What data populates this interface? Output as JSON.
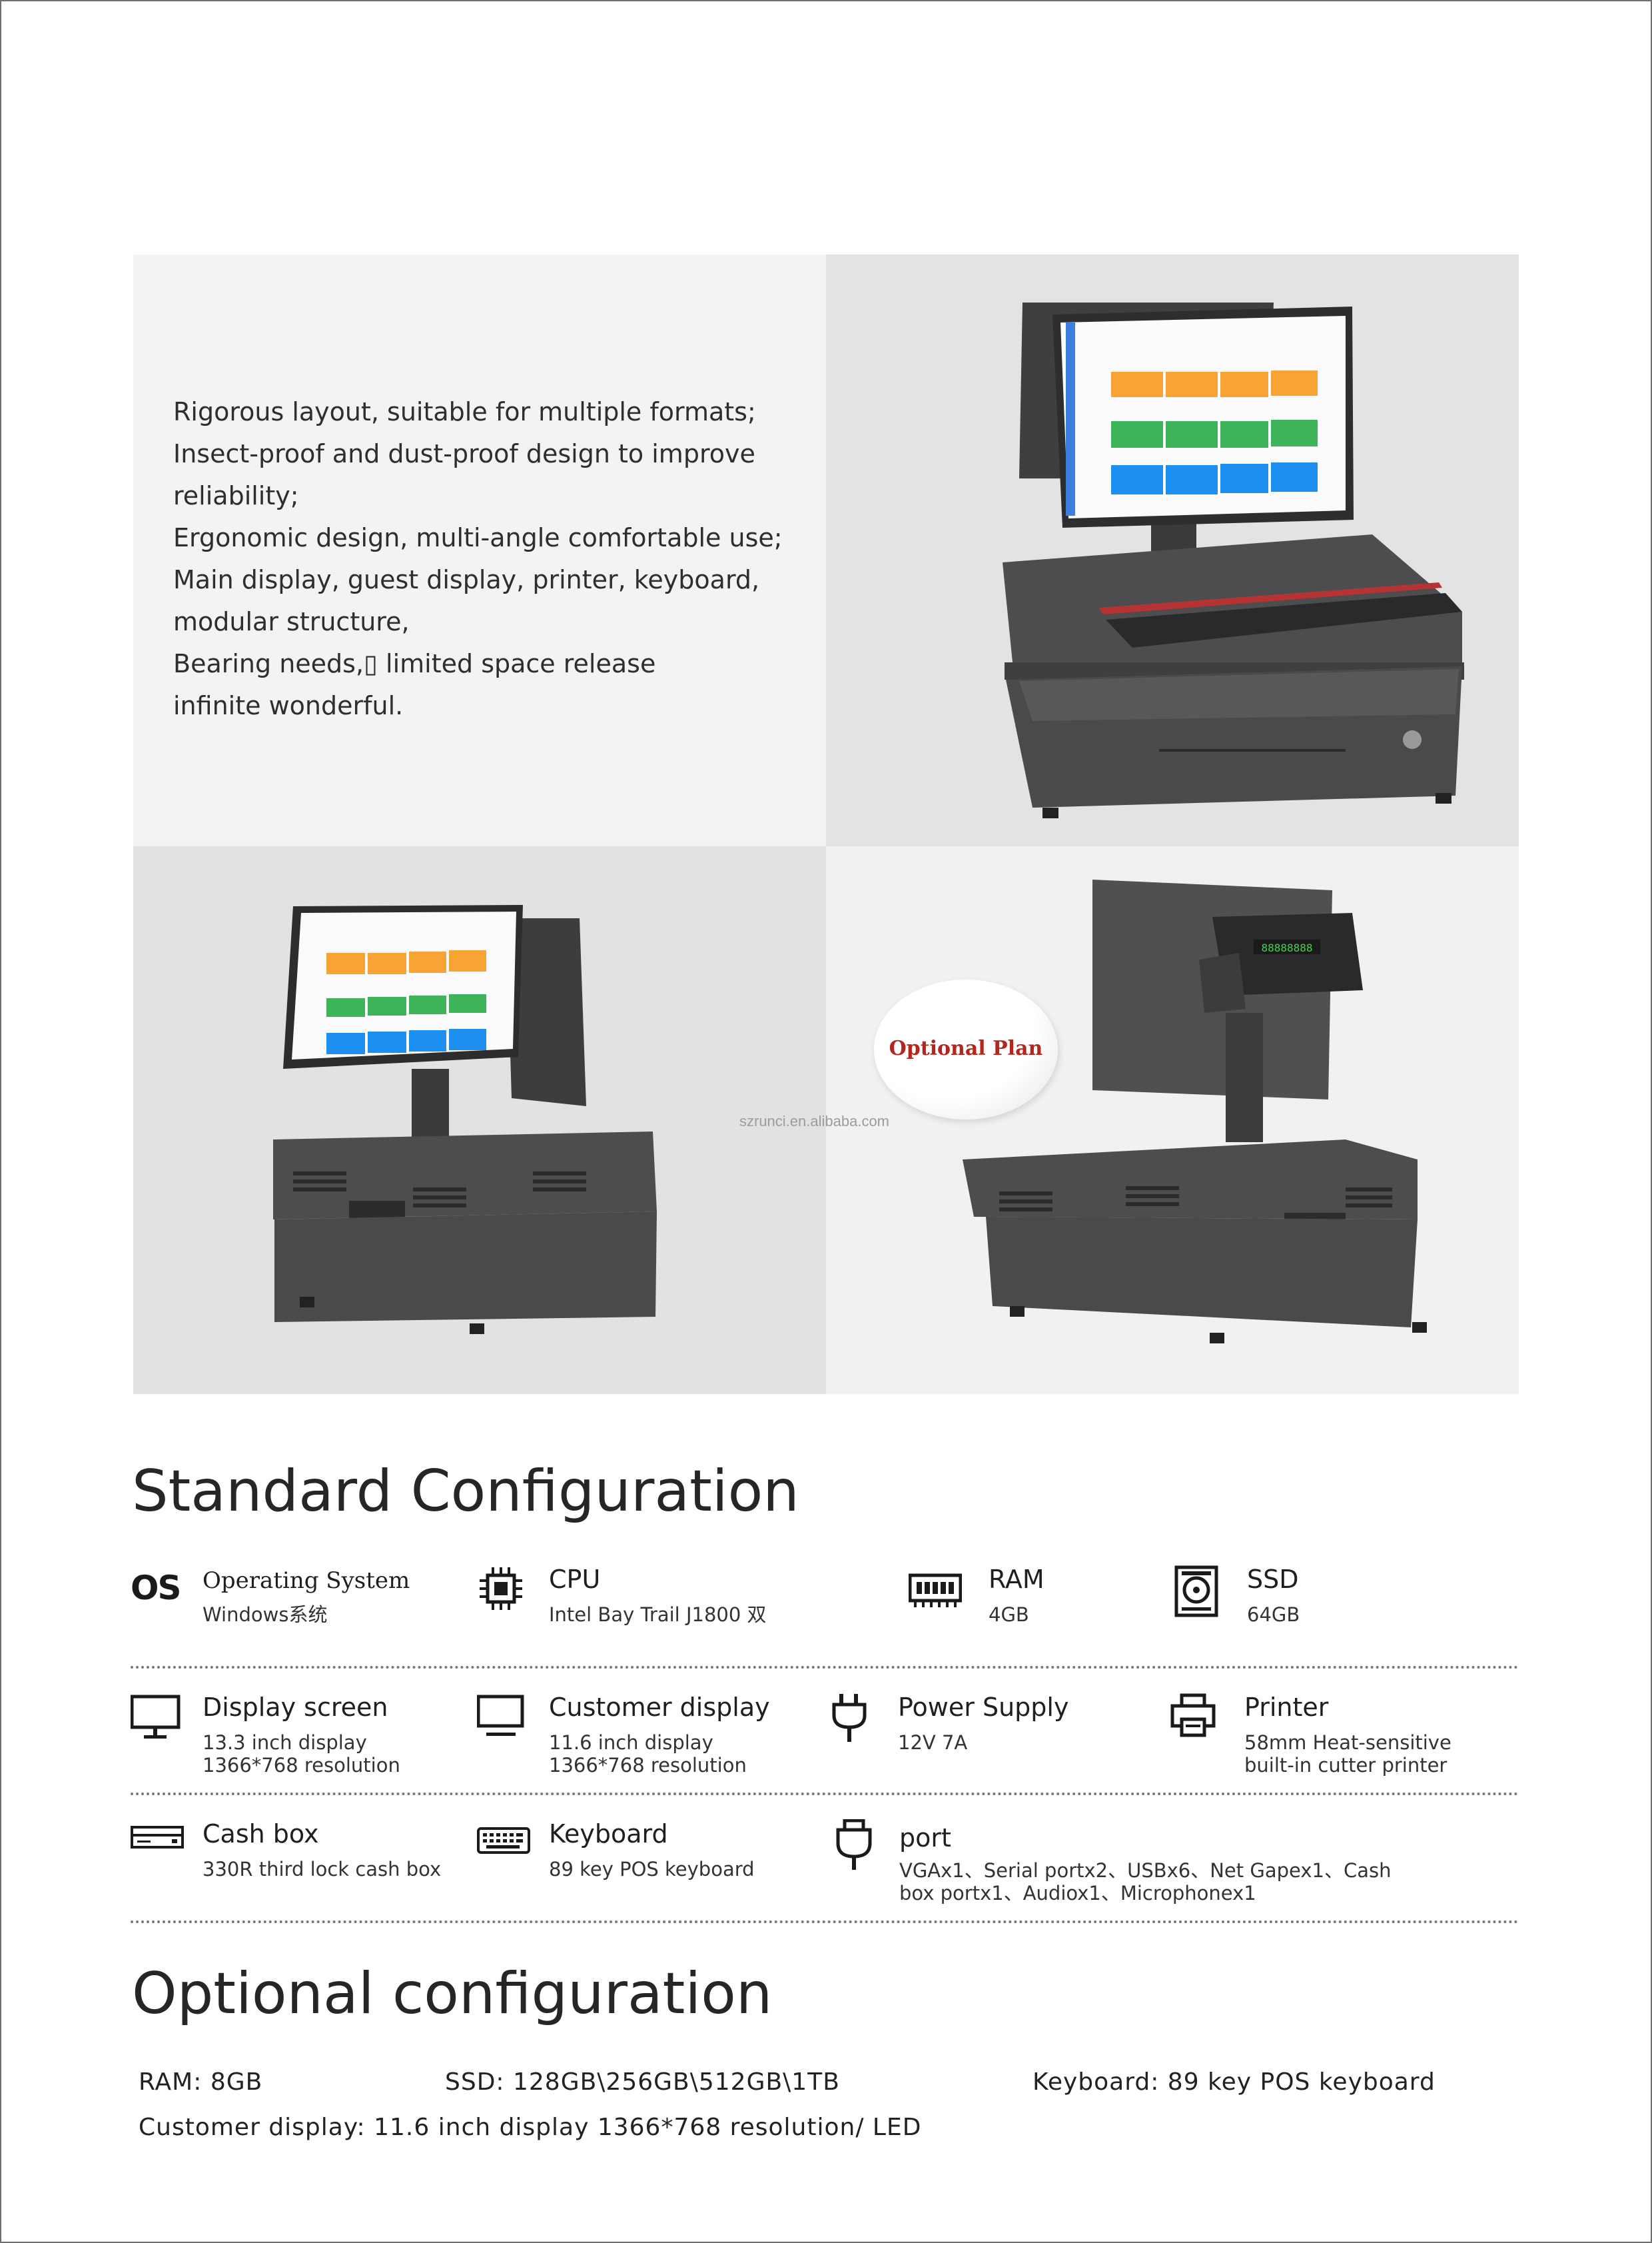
{
  "intro": {
    "lines": [
      "Rigorous layout, suitable for multiple formats;",
      "Insect-proof and dust-proof design to improve",
      "reliability;",
      "Ergonomic design, multi-angle comfortable use;",
      "Main display, guest display, printer, keyboard,",
      "modular structure,",
      "Bearing needs,▯ limited space release",
      "infinite wonderful."
    ]
  },
  "optional_plan_label": "Optional Plan",
  "watermark": "szrunci.en.alibaba.com",
  "standard": {
    "title": "Standard Configuration",
    "items": [
      {
        "title": "Operating System",
        "value": "Windows系统",
        "icon": "os-icon",
        "badge": "OS"
      },
      {
        "title": "CPU",
        "value": "Intel Bay Trail J1800 双",
        "icon": "cpu-chip-icon"
      },
      {
        "title": "RAM",
        "value": "4GB",
        "icon": "ram-module-icon"
      },
      {
        "title": "SSD",
        "value": "64GB",
        "icon": "ssd-disk-icon"
      },
      {
        "title": "Display screen",
        "value_lines": [
          "13.3 inch display",
          "1366*768 resolution"
        ],
        "icon": "monitor-icon"
      },
      {
        "title": "Customer display",
        "value_lines": [
          "11.6 inch display",
          "1366*768 resolution"
        ],
        "icon": "customer-monitor-icon"
      },
      {
        "title": "Power Supply",
        "value": "12V 7A",
        "icon": "power-plug-icon"
      },
      {
        "title": "Printer",
        "value_lines": [
          "58mm Heat-sensitive",
          "built-in cutter printer"
        ],
        "icon": "printer-icon"
      },
      {
        "title": "Cash box",
        "value": "330R third lock cash box",
        "icon": "cash-box-icon"
      },
      {
        "title": "Keyboard",
        "value": "89 key POS keyboard",
        "icon": "keyboard-icon"
      },
      {
        "title": "port",
        "value_lines": [
          "VGAx1、Serial portx2、USBx6、Net Gapex1、Cash",
          "box portx1、Audiox1、Microphonex1"
        ],
        "icon": "usb-port-icon"
      }
    ]
  },
  "optional": {
    "title": "Optional configuration",
    "ram": "RAM: 8GB",
    "ssd": "SSD: 128GB\\256GB\\512GB\\1TB",
    "keyboard": "Keyboard: 89 key POS keyboard",
    "customer_display": "Customer display: 11.6 inch display 1366*768 resolution/ LED"
  },
  "colors": {
    "tile_orange": "#f8a435",
    "tile_green": "#3db45a",
    "tile_blue": "#1d8ff0",
    "device_gray": "#4b4b4d"
  }
}
